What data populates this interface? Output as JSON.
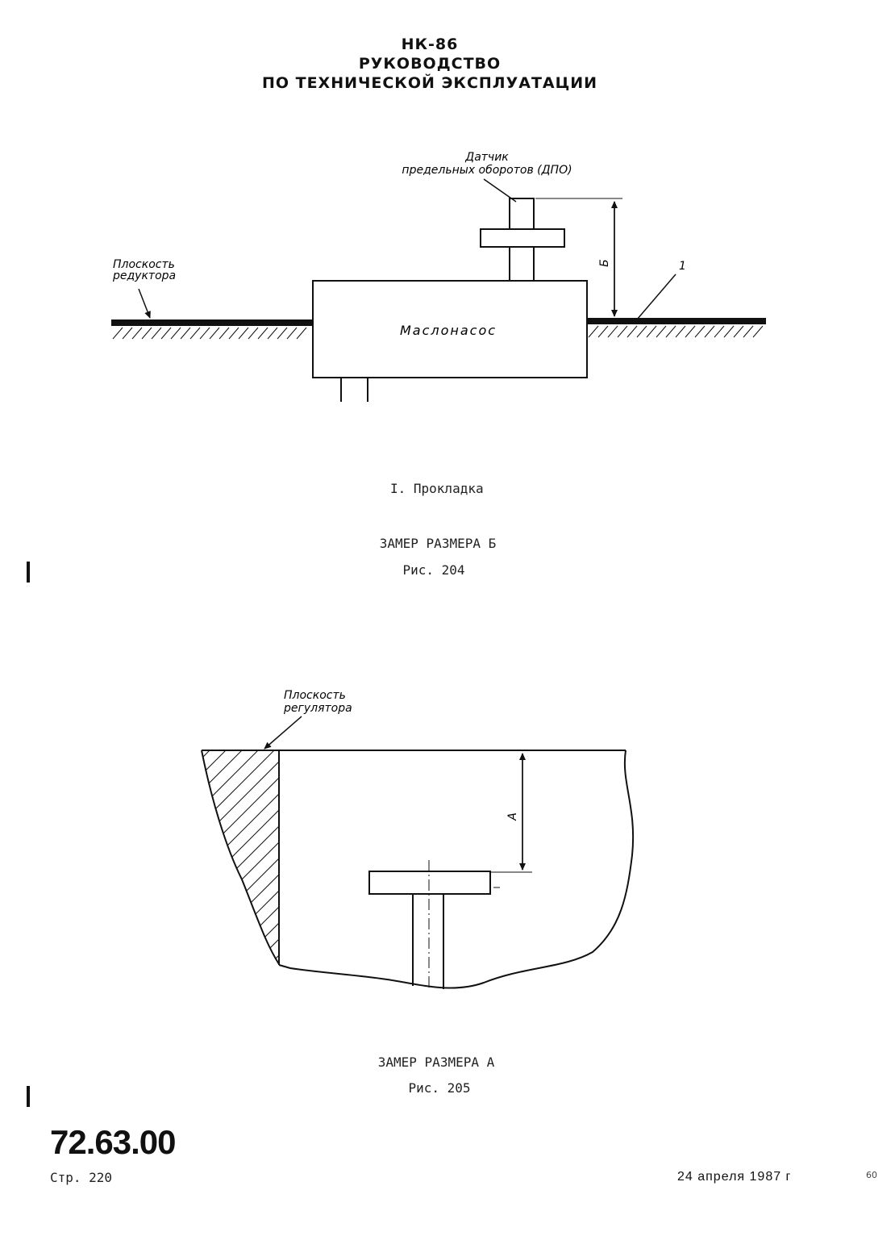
{
  "header": {
    "line1": "НК-86",
    "line2": "РУКОВОДСТВО",
    "line3": "ПО ТЕХНИЧЕСКОЙ ЭКСПЛУАТАЦИИ"
  },
  "figure204": {
    "sensor_label_1": "Датчик",
    "sensor_label_2": "предельных оборотов (ДПО)",
    "plane_label_1": "Плоскость",
    "plane_label_2": "редуктора",
    "pump_label": "Маслонасос",
    "dim_label": "Б",
    "callout_1": "1",
    "legend": "I. Прокладка",
    "caption": "ЗАМЕР РАЗМЕРА Б",
    "fig_number": "Рис. 204"
  },
  "figure205": {
    "plane_label_1": "Плоскость",
    "plane_label_2": "регулятора",
    "dim_label": "А",
    "caption": "ЗАМЕР РАЗМЕРА А",
    "fig_number": "Рис. 205"
  },
  "footer": {
    "doc_number": "72.63.00",
    "page": "Стр. 220",
    "date": "24 апреля 1987 г",
    "sheet": "60"
  }
}
